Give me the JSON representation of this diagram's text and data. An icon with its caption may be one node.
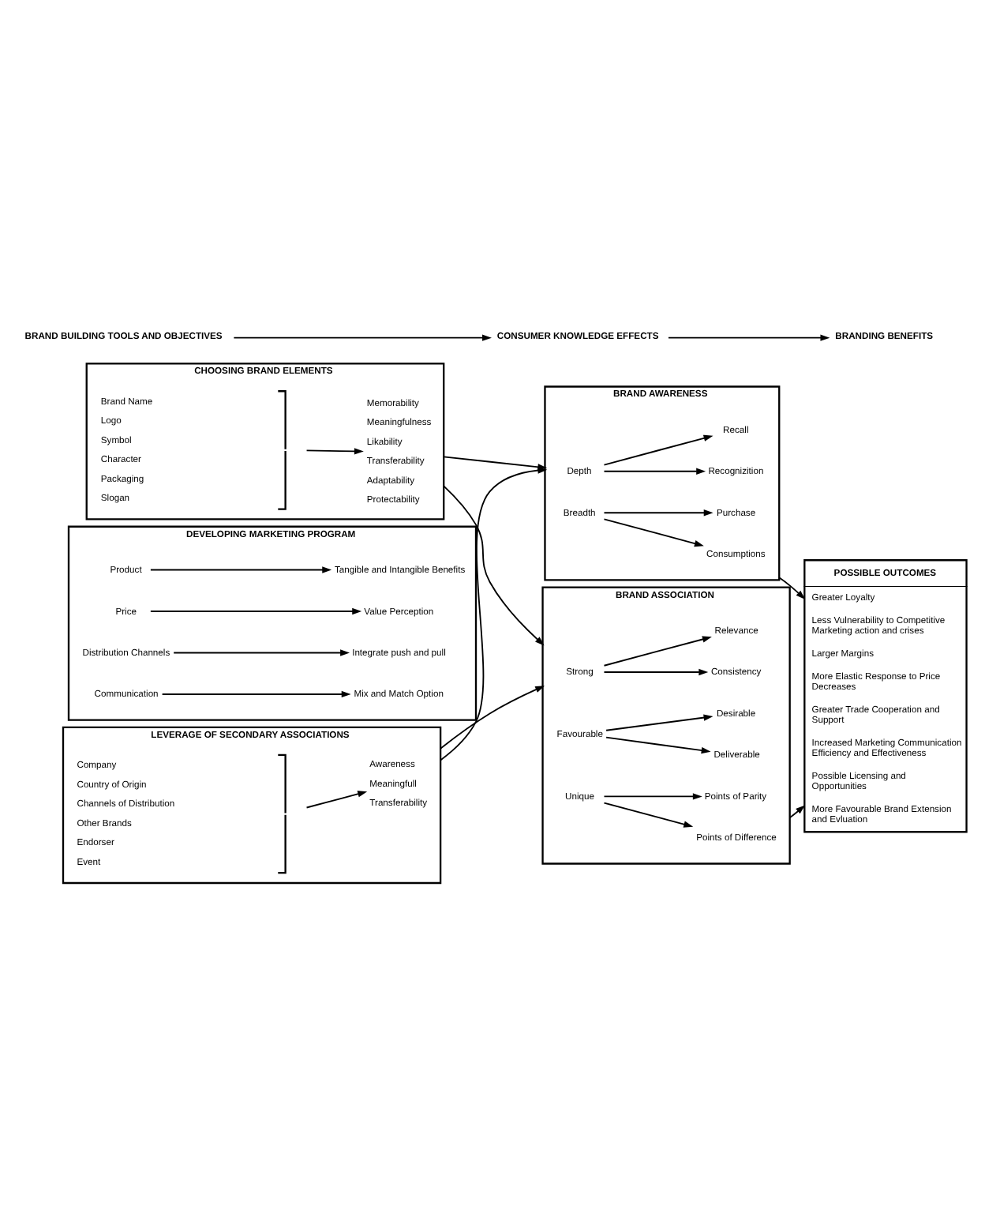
{
  "diagram": {
    "nodes": [
      {
        "text": [
          "BRAND BUILDING TOOLS AND OBJECTIVES"
        ]
      },
      {
        "text": [
          "CONSUMER KNOWLEDGE EFFECTS"
        ]
      },
      {
        "text": [
          "BRANDING BENEFITS"
        ]
      },
      {
        "text": [
          "CHOOSING BRAND ELEMENTS"
        ]
      },
      {
        "text": [
          "Brand Name",
          "Logo",
          "Symbol",
          "Character",
          "Packaging",
          "Slogan"
        ],
        "in": 3
      },
      {
        "text": [],
        "shape": "brace",
        "in": 3
      },
      {
        "text": [
          "Memorability",
          "Meaningfulness",
          "Likability",
          "Transferability",
          "Adaptability",
          "Protectability"
        ],
        "in": 3
      },
      {
        "text": [
          "DEVELOPING MARKETING PROGRAM"
        ]
      },
      {
        "text": [
          "Product"
        ],
        "in": 7
      },
      {
        "text": [
          "Tangible and Intangible Benefits"
        ],
        "in": 7
      },
      {
        "text": [
          "Price"
        ],
        "in": 7
      },
      {
        "text": [
          "Value Perception"
        ],
        "in": 7
      },
      {
        "text": [
          "Distribution Channels"
        ],
        "in": 7
      },
      {
        "text": [
          "Integrate push and pull"
        ],
        "in": 7
      },
      {
        "text": [
          "Communication"
        ],
        "in": 7
      },
      {
        "text": [
          "Mix and Match Option"
        ],
        "in": 7
      },
      {
        "text": [
          "LEVERAGE OF SECONDARY ASSOCIATIONS"
        ]
      },
      {
        "text": [
          "Company",
          "Country of Origin",
          "Channels of Distribution",
          "Other Brands",
          "Endorser",
          "Event"
        ],
        "in": 16
      },
      {
        "text": [],
        "shape": "brace",
        "in": 16
      },
      {
        "text": [
          "Awareness",
          "Meaningfull",
          "Transferability"
        ],
        "in": 16
      },
      {
        "text": [
          "BRAND AWARENESS"
        ]
      },
      {
        "text": [
          "Depth"
        ],
        "in": 20
      },
      {
        "text": [
          "Recall"
        ],
        "in": 20
      },
      {
        "text": [
          "Recognizition"
        ],
        "in": 20
      },
      {
        "text": [
          "Breadth"
        ],
        "in": 20
      },
      {
        "text": [
          "Purchase"
        ],
        "in": 20
      },
      {
        "text": [
          "Consumptions"
        ],
        "in": 20
      },
      {
        "text": [
          "BRAND ASSOCIATION"
        ]
      },
      {
        "text": [
          "Strong"
        ],
        "in": 27
      },
      {
        "text": [
          "Relevance"
        ],
        "in": 27
      },
      {
        "text": [
          "Consistency"
        ],
        "in": 27
      },
      {
        "text": [
          "Favourable"
        ],
        "in": 27
      },
      {
        "text": [
          "Desirable"
        ],
        "in": 27
      },
      {
        "text": [
          "Deliverable"
        ],
        "in": 27
      },
      {
        "text": [
          "Unique"
        ],
        "in": 27
      },
      {
        "text": [
          "Points of Parity"
        ],
        "in": 27
      },
      {
        "text": [
          "Points of Difference"
        ],
        "in": 27
      },
      {
        "text": [
          "POSSIBLE OUTCOMES",
          "Greater Loyalty",
          "Less Vulnerability to Competitive Marketing action and crises",
          "Larger Margins",
          "More Elastic Response to Price Decreases",
          "Greater Trade Cooperation and Support",
          "Increased Marketing Communication Efficiency and Effectiveness",
          "Possible Licensing and Opportunities",
          "More Favourable Brand Extension and Evluation"
        ]
      }
    ],
    "edges": [
      {
        "from": 0,
        "to": 1,
        "arrow": "to"
      },
      {
        "from": 1,
        "to": 2,
        "arrow": "to"
      },
      {
        "from": 5,
        "to": 6,
        "arrow": "to"
      },
      {
        "from": 8,
        "to": 9,
        "arrow": "to"
      },
      {
        "from": 10,
        "to": 11,
        "arrow": "to"
      },
      {
        "from": 12,
        "to": 13,
        "arrow": "to"
      },
      {
        "from": 14,
        "to": 15,
        "arrow": "to"
      },
      {
        "from": 18,
        "to": 19,
        "arrow": "to"
      },
      {
        "from": 21,
        "to": 22,
        "arrow": "to"
      },
      {
        "from": 21,
        "to": 23,
        "arrow": "to"
      },
      {
        "from": 24,
        "to": 25,
        "arrow": "to"
      },
      {
        "from": 24,
        "to": 26,
        "arrow": "to"
      },
      {
        "from": 28,
        "to": 29,
        "arrow": "to"
      },
      {
        "from": 28,
        "to": 30,
        "arrow": "to"
      },
      {
        "from": 31,
        "to": 32,
        "arrow": "to"
      },
      {
        "from": 31,
        "to": 33,
        "arrow": "to"
      },
      {
        "from": 34,
        "to": 35,
        "arrow": "to"
      },
      {
        "from": 34,
        "to": 36,
        "arrow": "to"
      },
      {
        "from": 3,
        "to": 20,
        "arrow": "to"
      },
      {
        "from": 3,
        "to": 27,
        "arrow": "to"
      },
      {
        "from": 16,
        "to": 20,
        "arrow": "to"
      },
      {
        "from": 16,
        "to": 27,
        "arrow": "to"
      },
      {
        "from": 20,
        "to": 37,
        "arrow": "to"
      },
      {
        "from": 27,
        "to": 37,
        "arrow": "to"
      }
    ]
  }
}
